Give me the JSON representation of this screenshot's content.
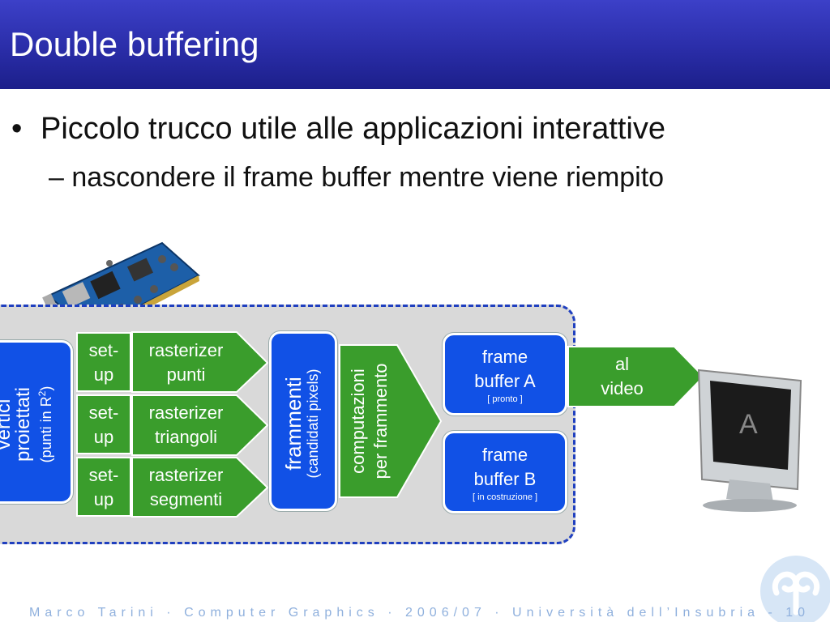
{
  "slide": {
    "title": "Double buffering",
    "bullet_symbol": "•",
    "bullet1": "Piccolo trucco utile alle applicazioni interattive",
    "bullet2": "– nascondere il frame buffer mentre viene riempito"
  },
  "diagram": {
    "vertici_top": "vertici",
    "vertici_main": "proiettati",
    "vertici_sub_pre": "(punti in R",
    "vertici_sub_sup": "2",
    "vertici_sub_post": ")",
    "setup": [
      "set-",
      "up"
    ],
    "rasterizers": [
      {
        "line1": "rasterizer",
        "line2": "punti"
      },
      {
        "line1": "rasterizer",
        "line2": "triangoli"
      },
      {
        "line1": "rasterizer",
        "line2": "segmenti"
      }
    ],
    "frammenti": "frammenti",
    "frammenti_sub": "(candidati pixels)",
    "computazioni_line1": "computazioni",
    "computazioni_line2": "per frammento",
    "fb_a_line1": "frame",
    "fb_a_line2": "buffer A",
    "fb_a_status": "[ pronto ]",
    "fb_b_line1": "frame",
    "fb_b_line2": "buffer B",
    "fb_b_status": "[ in costruzione ]",
    "al_video_line1": "al",
    "al_video_line2": "video",
    "monitor_letter": "A"
  },
  "footer": "Marco Tarini · Computer Graphics · 2006/07 · Università dell’Insubria - 10",
  "colors": {
    "title_bar": "#2a2da8",
    "blue_box": "#1151e6",
    "green_box": "#3a9d2c",
    "dashed_border": "#1f3fbf",
    "footer_text": "#8fb0dd"
  }
}
